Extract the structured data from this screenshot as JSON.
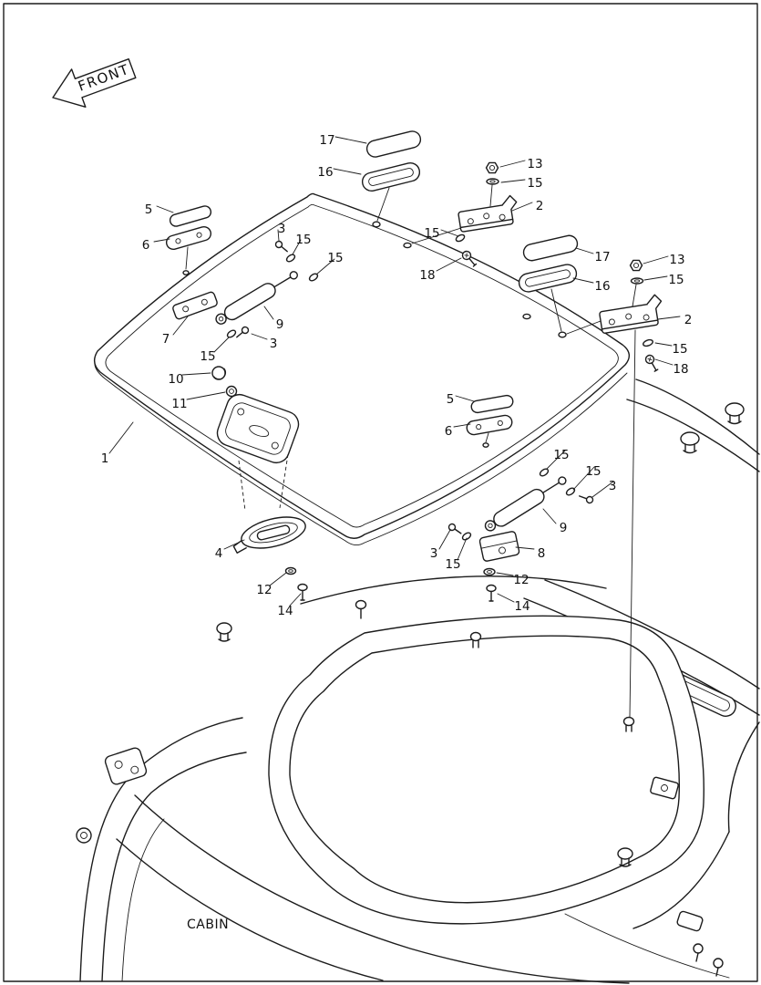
{
  "labels": {
    "front": "FRONT",
    "cabin": "CABIN"
  },
  "colors": {
    "line": "#1c1c1c",
    "background": "#ffffff"
  },
  "diagram": {
    "callouts": [
      {
        "label": "17"
      },
      {
        "label": "16"
      },
      {
        "label": "13"
      },
      {
        "label": "15"
      },
      {
        "label": "2"
      },
      {
        "label": "5"
      },
      {
        "label": "3"
      },
      {
        "label": "15"
      },
      {
        "label": "6"
      },
      {
        "label": "15"
      },
      {
        "label": "15"
      },
      {
        "label": "17"
      },
      {
        "label": "18"
      },
      {
        "label": "13"
      },
      {
        "label": "16"
      },
      {
        "label": "15"
      },
      {
        "label": "9"
      },
      {
        "label": "2"
      },
      {
        "label": "7"
      },
      {
        "label": "3"
      },
      {
        "label": "15"
      },
      {
        "label": "15"
      },
      {
        "label": "18"
      },
      {
        "label": "10"
      },
      {
        "label": "11"
      },
      {
        "label": "5"
      },
      {
        "label": "1"
      },
      {
        "label": "6"
      },
      {
        "label": "15"
      },
      {
        "label": "15"
      },
      {
        "label": "3"
      },
      {
        "label": "9"
      },
      {
        "label": "4"
      },
      {
        "label": "3"
      },
      {
        "label": "8"
      },
      {
        "label": "15"
      },
      {
        "label": "12"
      },
      {
        "label": "12"
      },
      {
        "label": "14"
      },
      {
        "label": "14"
      }
    ]
  }
}
